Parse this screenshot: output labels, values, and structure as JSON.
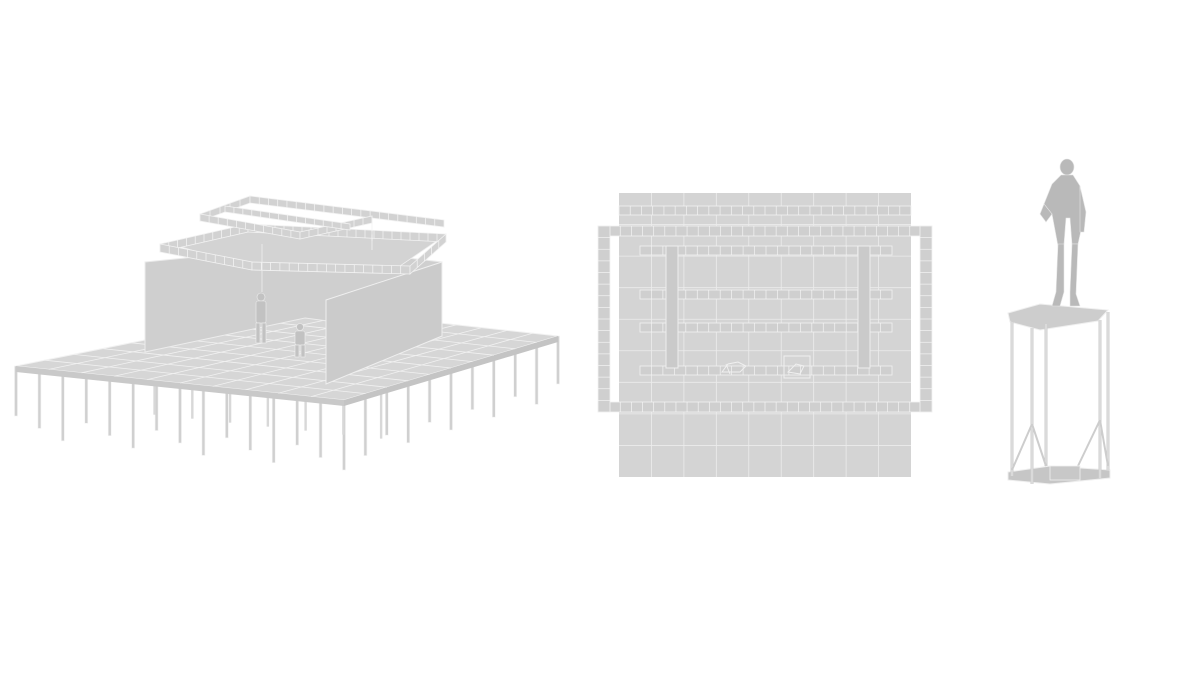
{
  "drawings": [
    {
      "name": "isometric-stage-view"
    },
    {
      "name": "top-plan-view"
    },
    {
      "name": "pedestal-figure-view"
    }
  ],
  "colors": {
    "background": "#ffffff",
    "fill": "#d4d4d4",
    "fill_dark": "#c8c8c8",
    "stroke": "#ececec",
    "line": "#bdbdbd"
  }
}
